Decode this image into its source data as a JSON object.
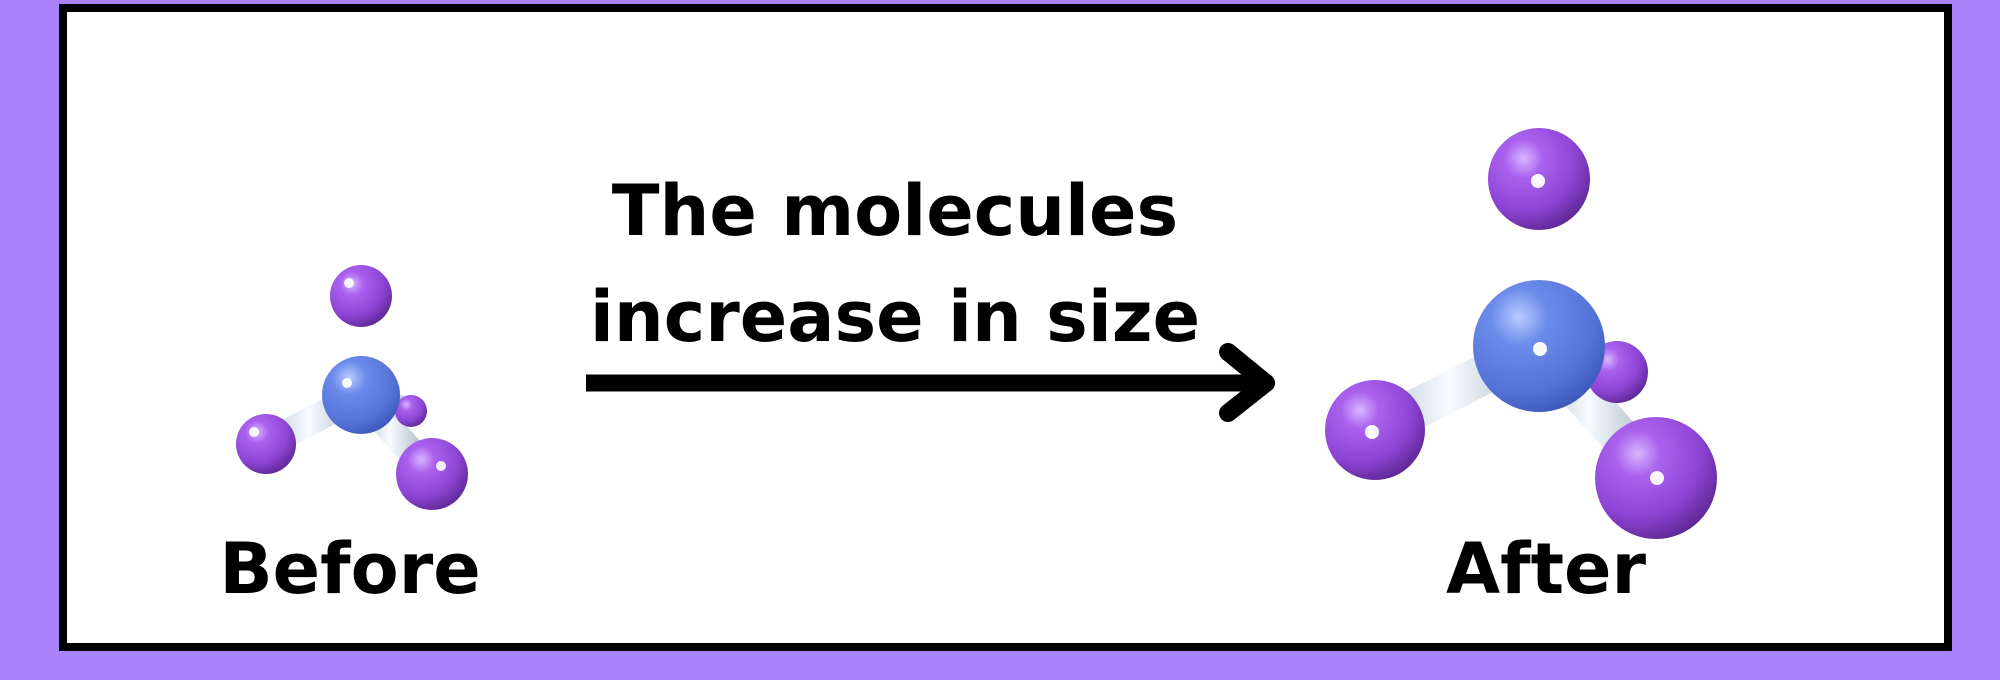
{
  "before_label": "Before",
  "after_label": "After",
  "arrow_text": {
    "line1": "The molecules",
    "line2": "increase in size"
  },
  "colors": {
    "background": "#a883fb",
    "panel": "#ffffff",
    "border": "#000000",
    "central_atom": "#5b78e0",
    "outer_atom": "#8f4ad8",
    "bond": "#dbe7ef"
  }
}
